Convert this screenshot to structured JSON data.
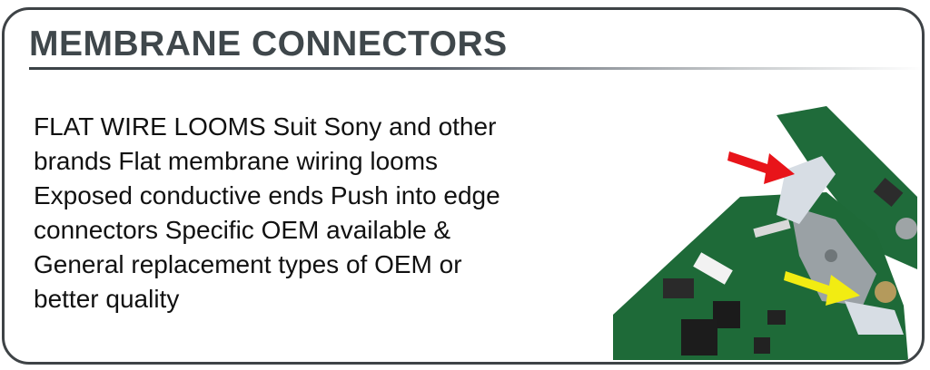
{
  "heading": {
    "title": "MEMBRANE CONNECTORS"
  },
  "content": {
    "description": "FLAT WIRE LOOMS Suit Sony and other brands Flat membrane wiring looms Exposed conductive ends Push into edge connectors Specific OEM available & General replacement types of OEM or better quality"
  },
  "photo": {
    "icon": "circuit-board-photo",
    "board_color": "#1f6b3a",
    "arrow_colors": [
      "#e8141a",
      "#f2ec12"
    ]
  }
}
